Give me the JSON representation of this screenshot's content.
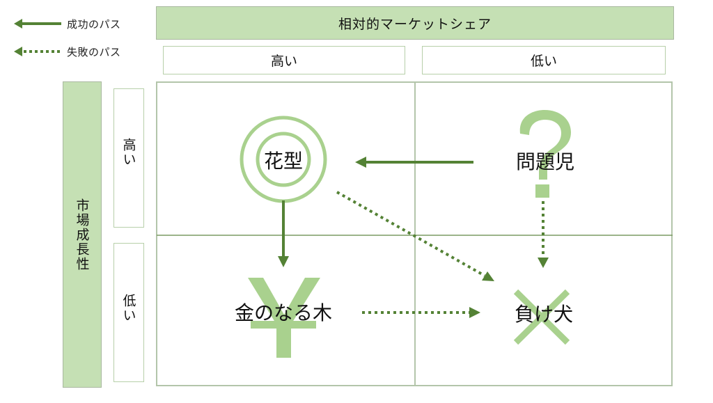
{
  "legend": {
    "items": [
      {
        "label": "成功のパス",
        "style": "solid",
        "icon": "solid-arrow-left-icon"
      },
      {
        "label": "失敗のパス",
        "style": "dotted",
        "icon": "dotted-arrow-left-icon"
      }
    ]
  },
  "axes": {
    "x_title": "相対的マーケットシェア",
    "x_high": "高い",
    "x_low": "低い",
    "y_title": "市場成長性",
    "y_high": "高い",
    "y_low": "低い"
  },
  "quadrants": [
    {
      "id": "star",
      "label": "花型",
      "icon": "double-circle-icon"
    },
    {
      "id": "question",
      "label": "問題児",
      "icon": "question-mark-icon"
    },
    {
      "id": "cash-cow",
      "label": "金のなる木",
      "icon": "yen-icon"
    },
    {
      "id": "dog",
      "label": "負け犬",
      "icon": "cross-icon"
    }
  ],
  "paths": [
    {
      "from": "問題児",
      "to": "花型",
      "type": "success"
    },
    {
      "from": "花型",
      "to": "金のなる木",
      "type": "success"
    },
    {
      "from": "花型",
      "to": "負け犬",
      "type": "failure"
    },
    {
      "from": "問題児",
      "to": "負け犬",
      "type": "failure"
    },
    {
      "from": "金のなる木",
      "to": "負け犬",
      "type": "failure"
    }
  ],
  "colors": {
    "header_fill": "#c5e0b4",
    "arrow": "#548235",
    "icon_light": "#a9d18e",
    "border": "#b3c5aa"
  }
}
